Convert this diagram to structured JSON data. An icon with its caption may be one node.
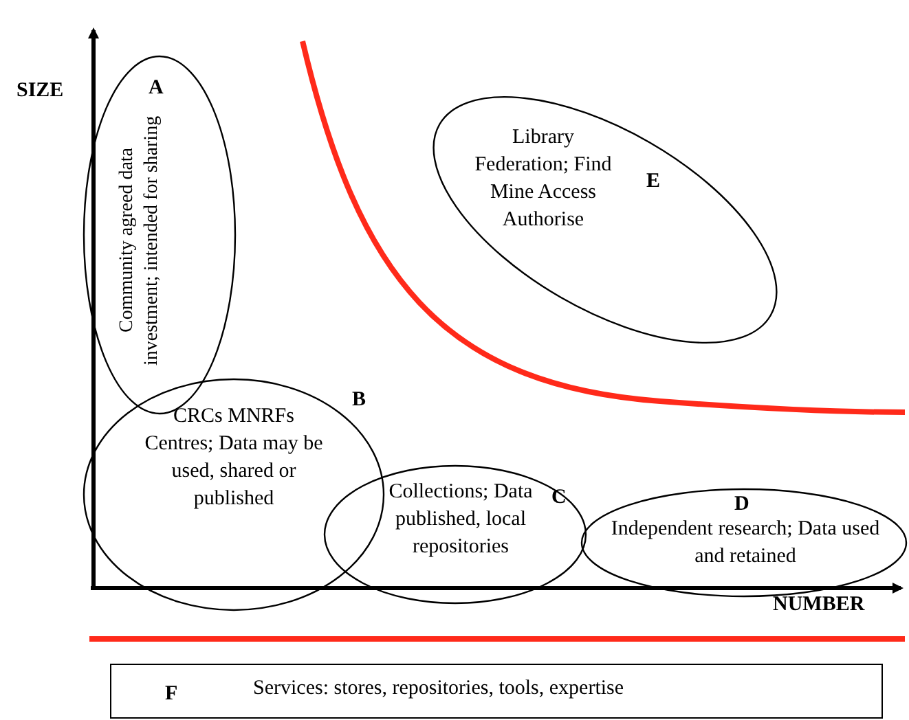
{
  "diagram": {
    "nodes": [
      {
        "text": [
          "A",
          "Community agreed data investment; intended for sharing"
        ]
      },
      {
        "text": [
          "CRCs MNRFs Centres; Data may be used, shared or published",
          "B"
        ]
      },
      {
        "text": [
          "Collections; Data published, local repositories",
          "C"
        ]
      },
      {
        "text": [
          "D",
          "Independent research; Data used and retained"
        ]
      },
      {
        "text": [
          "Library Federation; Find Mine Access Authorise",
          "E"
        ]
      },
      {
        "text": [
          "F",
          "Services: stores, repositories, tools, expertise"
        ]
      }
    ],
    "edges": [],
    "labels": [
      "SIZE",
      "NUMBER"
    ]
  }
}
